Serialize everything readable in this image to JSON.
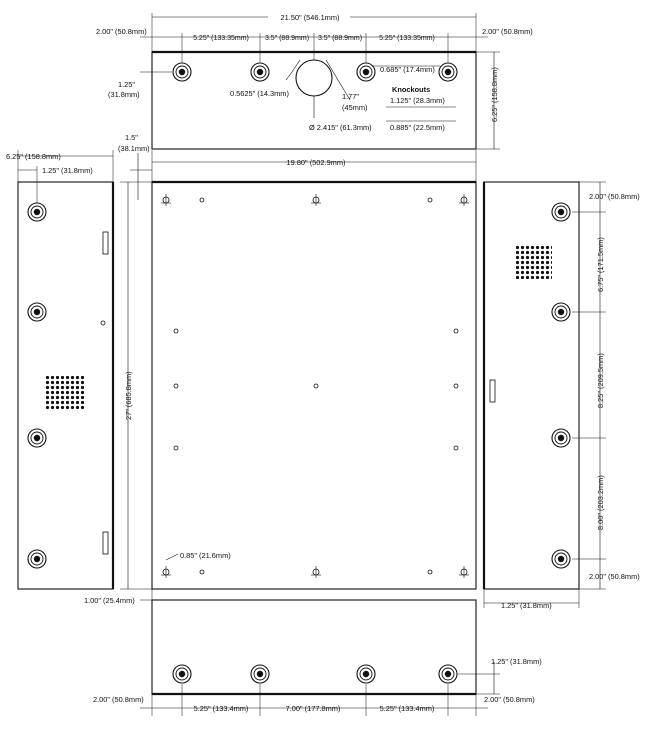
{
  "top_view": {
    "overall_width": "21.50\" (546.1mm)",
    "left_edge": "2.00\" (50.8mm)",
    "right_edge": "2.00\" (50.8mm)",
    "spacing_left": "5.25\" (133.35mm)",
    "spacing_center_left": "3.5\" (88.9mm)",
    "spacing_center_right": "3.5\" (88.9mm)",
    "spacing_right": "5.25\" (133.35mm)",
    "knockout_offset": "1.25\"",
    "knockout_offset_mm": "(31.8mm)",
    "small_knockout": "0.5625\" (14.3mm)",
    "large_offset": "1.77\"",
    "large_offset_mm": "(45mm)",
    "large_knockout": "Ø 2.415\" (61.3mm)",
    "knockout_diameter": "0.685\" (17.4mm)",
    "knockouts_title": "Knockouts",
    "knockout_size_1": "1.125\" (28.3mm)",
    "knockout_size_2": "0.885\" (22.5mm)",
    "depth": "6.25\" (158.8mm)"
  },
  "front_view": {
    "flange_width": "1.5\"",
    "flange_width_mm": "(38.1mm)",
    "width": "19.80\" (502.9mm)",
    "height": "27\" (685.8mm)",
    "mount_hole": "0.85\" (21.6mm)",
    "bottom_offset": "1.00\" (25.4mm)"
  },
  "left_view": {
    "depth": "6.25\" (158.8mm)",
    "knockout_offset": "1.25\" (31.8mm)"
  },
  "right_view": {
    "top_offset": "2.00\" (50.8mm)",
    "spacing_1": "6.75\" (171.5mm)",
    "spacing_2": "8.25\" (209.5mm)",
    "spacing_3": "8.00\" (203.2mm)",
    "bottom_offset": "2.00\" (50.8mm)",
    "knockout_offset": "1.25\" (31.8mm)"
  },
  "bottom_view": {
    "knockout_offset": "1.25\" (31.8mm)",
    "left_edge": "2.00\" (50.8mm)",
    "right_edge": "2.00\" (50.8mm)",
    "spacing_left": "5.25\" (133.4mm)",
    "spacing_center": "7.00\" (177.8mm)",
    "spacing_right": "5.25\" (133.4mm)"
  }
}
